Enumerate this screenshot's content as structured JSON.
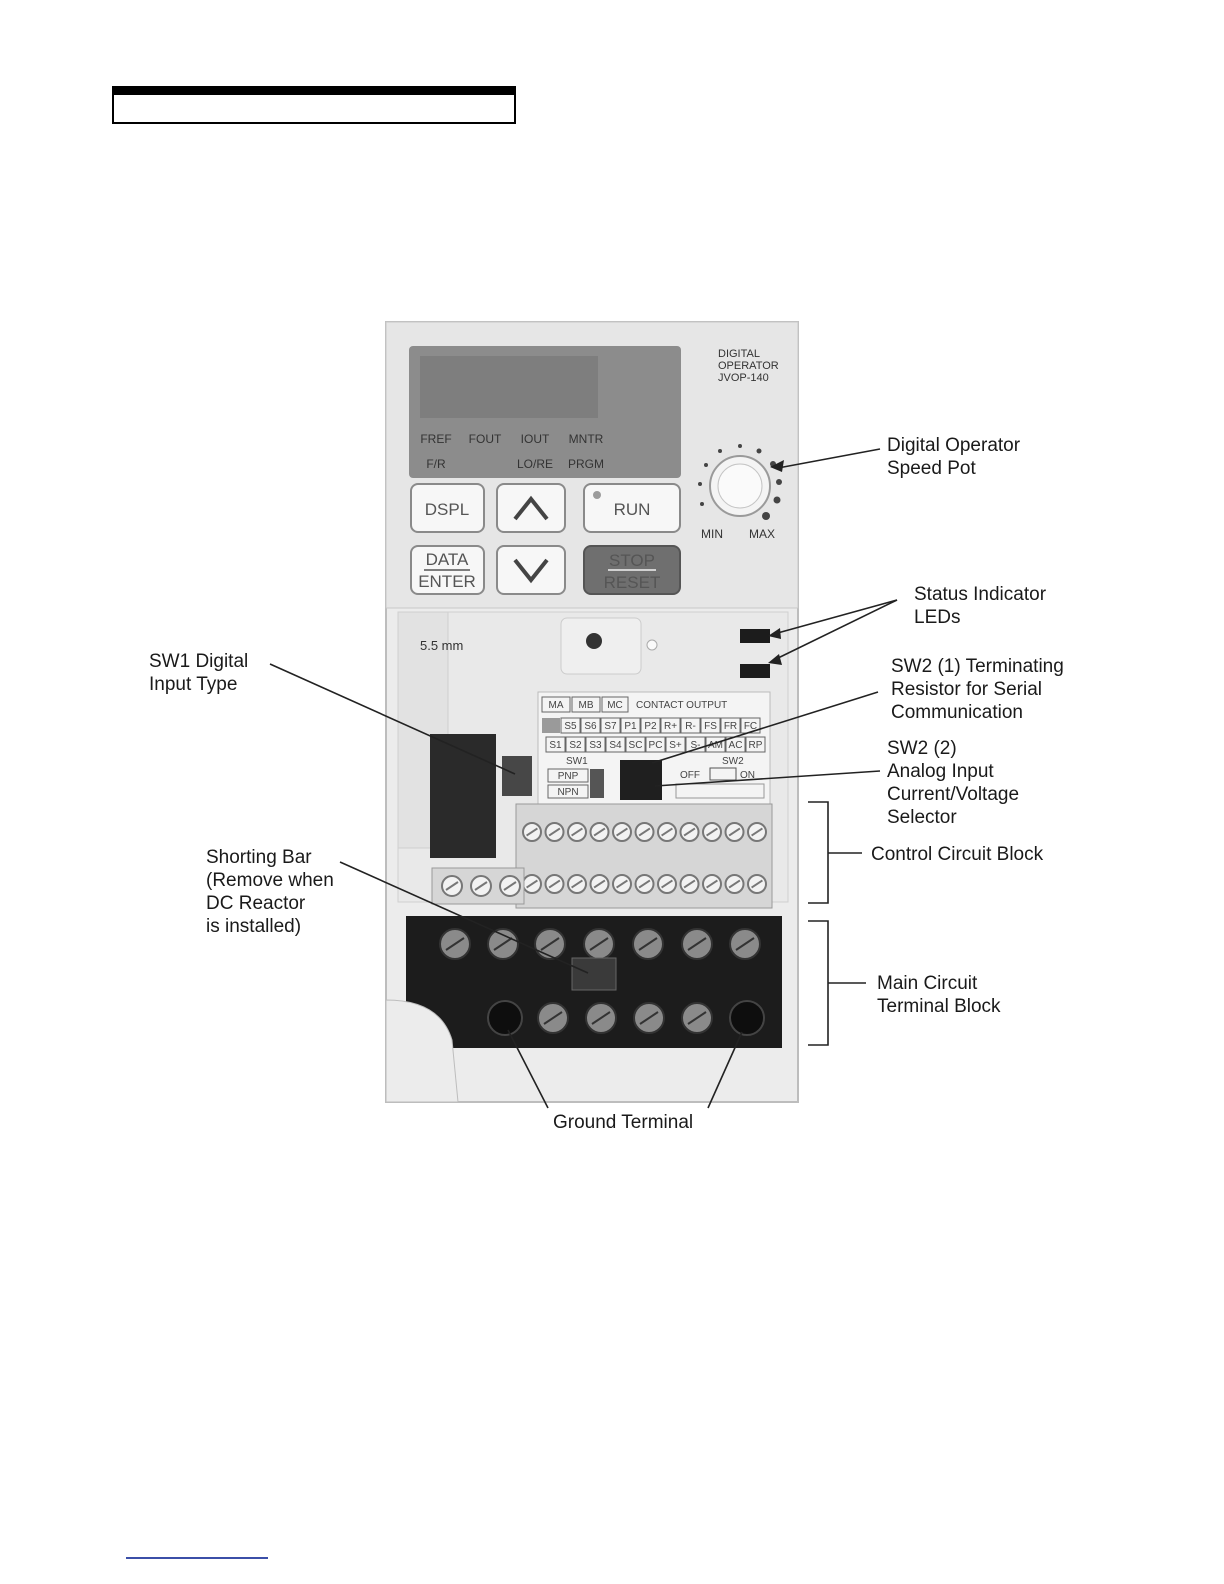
{
  "header": {
    "title": ""
  },
  "device": {
    "model_line1": "DIGITAL",
    "model_line2": "OPERATOR",
    "model_line3": "JVOP-140",
    "indicators_row1": [
      "FREF",
      "FOUT",
      "IOUT",
      "MNTR"
    ],
    "indicators_row2": [
      "F/R",
      "LO/RE",
      "PRGM"
    ],
    "keys": {
      "dspl": "DSPL",
      "run": "RUN",
      "data_top": "DATA",
      "data_bottom": "ENTER",
      "stop_top": "STOP",
      "stop_bottom": "RESET",
      "up_icon": "arrow-up-icon",
      "down_icon": "arrow-down-icon"
    },
    "pot_min": "MIN",
    "pot_max": "MAX",
    "contact_header": [
      "MA",
      "MB",
      "MC"
    ],
    "contact_output": "CONTACT OUTPUT",
    "terminal_row1": [
      "S5",
      "S6",
      "S7",
      "P1",
      "P2",
      "R+",
      "R-",
      "FS",
      "FR",
      "FC"
    ],
    "terminal_row2": [
      "S1",
      "S2",
      "S3",
      "S4",
      "SC",
      "PC",
      "S+",
      "S-",
      "AM",
      "AC",
      "RP"
    ],
    "sw1_label": "SW1",
    "sw1_pnp": "PNP",
    "sw1_npn": "NPN",
    "sw2_label": "SW2",
    "sw2_off": "OFF",
    "sw2_on": "ON",
    "side_mark": "5.5 mm"
  },
  "callouts": {
    "speed_pot": "Digital Operator\nSpeed Pot",
    "status_leds": "Status Indicator\nLEDs",
    "sw1": "SW1 Digital\nInput Type",
    "sw2_1": "SW2 (1) Terminating\nResistor for Serial\nCommunication",
    "sw2_2": "SW2 (2)\nAnalog Input\nCurrent/Voltage\nSelector",
    "control_block": "Control Circuit Block",
    "shorting_bar": "Shorting Bar\n(Remove when\nDC Reactor\nis installed)",
    "main_block": "Main Circuit\nTerminal Block",
    "ground": "Ground Terminal"
  },
  "colors": {
    "housing": "#ececec",
    "display_panel": "#8c8c8c",
    "stop_key": "#6f6f6f",
    "terminal_block": "#1c1c1c"
  }
}
